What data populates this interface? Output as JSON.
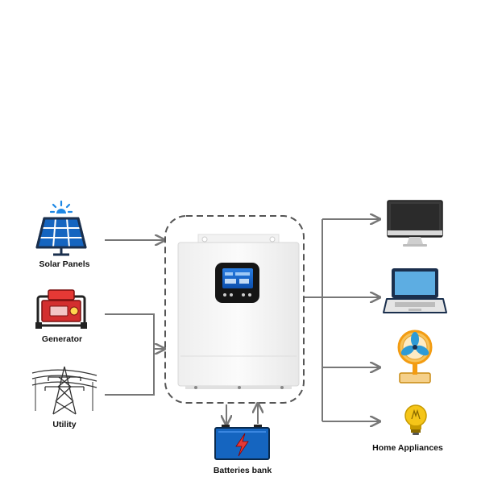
{
  "sources": [
    {
      "label": "Solar Panels",
      "icon": "solar-panel-icon"
    },
    {
      "label": "Generator",
      "icon": "generator-icon"
    },
    {
      "label": "Utility",
      "icon": "power-tower-icon"
    }
  ],
  "storage": {
    "label": "Batteries bank",
    "icon": "battery-icon"
  },
  "loads": [
    {
      "icon": "monitor-icon"
    },
    {
      "icon": "laptop-icon"
    },
    {
      "icon": "fan-icon"
    },
    {
      "icon": "light-bulb-icon"
    }
  ],
  "loads_label": "Home Appliances",
  "inverter": {
    "icon": "hybrid-inverter-icon"
  },
  "colors": {
    "arrow": "#777777",
    "dashed_border": "#555555",
    "solar_blue": "#1565c0",
    "sun_blue": "#1e88e5",
    "generator_red": "#d32f2f",
    "battery_blue": "#1565c0",
    "lightning_red": "#e53935",
    "fan_orange": "#f39c12",
    "bulb_yellow": "#f5c518"
  }
}
